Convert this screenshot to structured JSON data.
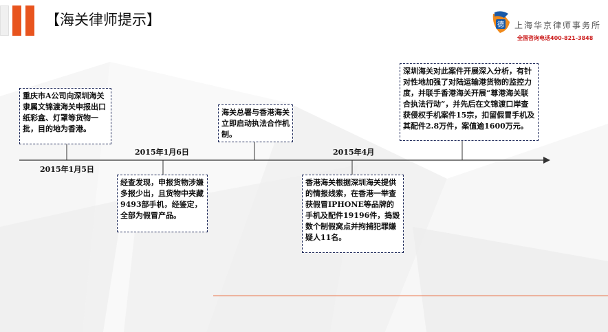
{
  "header": {
    "title": "【海关律师提示】"
  },
  "logo": {
    "name": "上海华京律师事务所",
    "phone": "全国咨询电话400-821-3848",
    "mark_char": "德"
  },
  "colors": {
    "accent": "#e8541e",
    "box_border": "#1f2a5a",
    "phone": "#cc1f1f"
  },
  "timeline": {
    "events": [
      {
        "date": "2015年1月5日",
        "text": "重庆市A公司向深圳海关隶属文锦渡海关申报出口纸彩盒、灯罩等货物一批，目的地为香港。"
      },
      {
        "date": "2015年1月6日",
        "text": "经查发现，申报货物涉嫌多报少出，且货物中夹藏9493部手机，经鉴定，全部为假冒产品。"
      },
      {
        "date": "",
        "text": "海关总署与香港海关立即启动执法合作机制。"
      },
      {
        "date": "2015年4月",
        "text": "香港海关根据深圳海关提供的情报线索，在香港一举查获假冒IPHONE等品牌的手机及配件19196件，捣毁数个制假窝点并拘捕犯罪嫌疑人11名。"
      },
      {
        "date": "",
        "text": "深圳海关对此案件开展深入分析，有针对性地加强了对陆运输港货物的监控力度，并联手香港海关开展“尊港海关联合执法行动”，并先后在文锦渡口岸查获侵权手机案件15宗，扣留假冒手机及其配件2.8万件，案值逾1600万元。"
      }
    ]
  }
}
